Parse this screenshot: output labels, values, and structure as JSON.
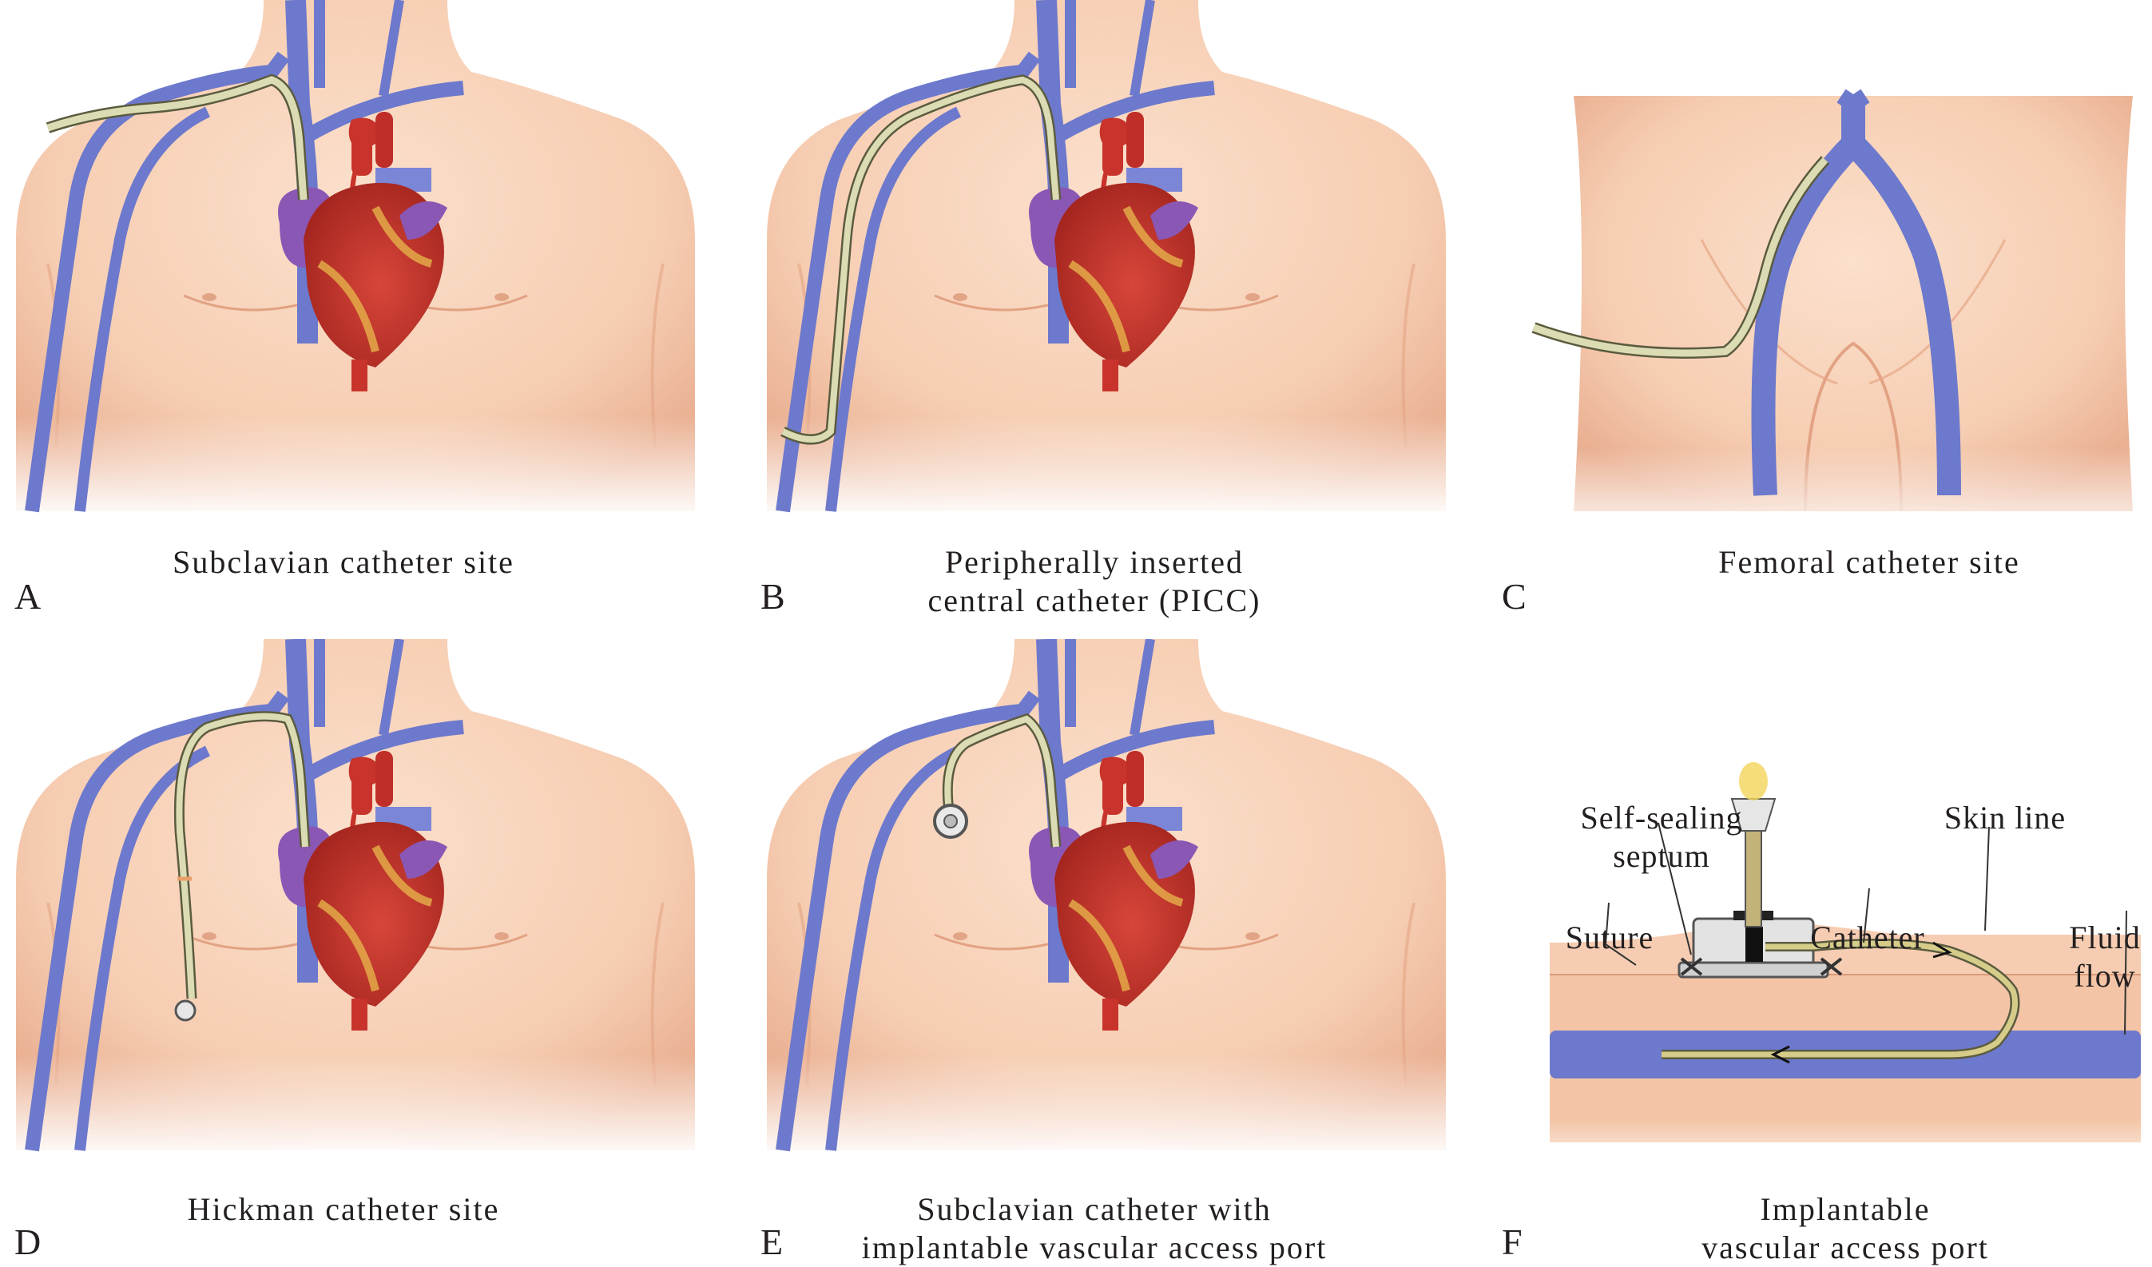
{
  "panels": [
    {
      "letter": "A",
      "caption_lines": [
        "Subclavian catheter site"
      ]
    },
    {
      "letter": "B",
      "caption_lines": [
        "Peripherally inserted",
        "central catheter (PICC)"
      ]
    },
    {
      "letter": "C",
      "caption_lines": [
        "Femoral catheter site"
      ]
    },
    {
      "letter": "D",
      "caption_lines": [
        "Hickman catheter site"
      ]
    },
    {
      "letter": "E",
      "caption_lines": [
        "Subclavian catheter with",
        "implantable vascular access port"
      ]
    },
    {
      "letter": "F",
      "caption_lines": [
        "Implantable",
        "vascular access port"
      ]
    }
  ],
  "port_diagram": {
    "labels": {
      "self_sealing_septum": [
        "Self-sealing",
        "septum"
      ],
      "skin_line": "Skin line",
      "suture": "Suture",
      "catheter": "Catheter",
      "fluid_flow": [
        "Fluid",
        "flow"
      ]
    }
  },
  "colors": {
    "skin": "#f6cfb6",
    "skin_shadow": "#e9ad8c",
    "vein": "#6d79cc",
    "vein_dark": "#4d5aaf",
    "heart_red": "#c8332b",
    "heart_purple": "#8a57b5",
    "catheter": "#dcdcb4"
  }
}
